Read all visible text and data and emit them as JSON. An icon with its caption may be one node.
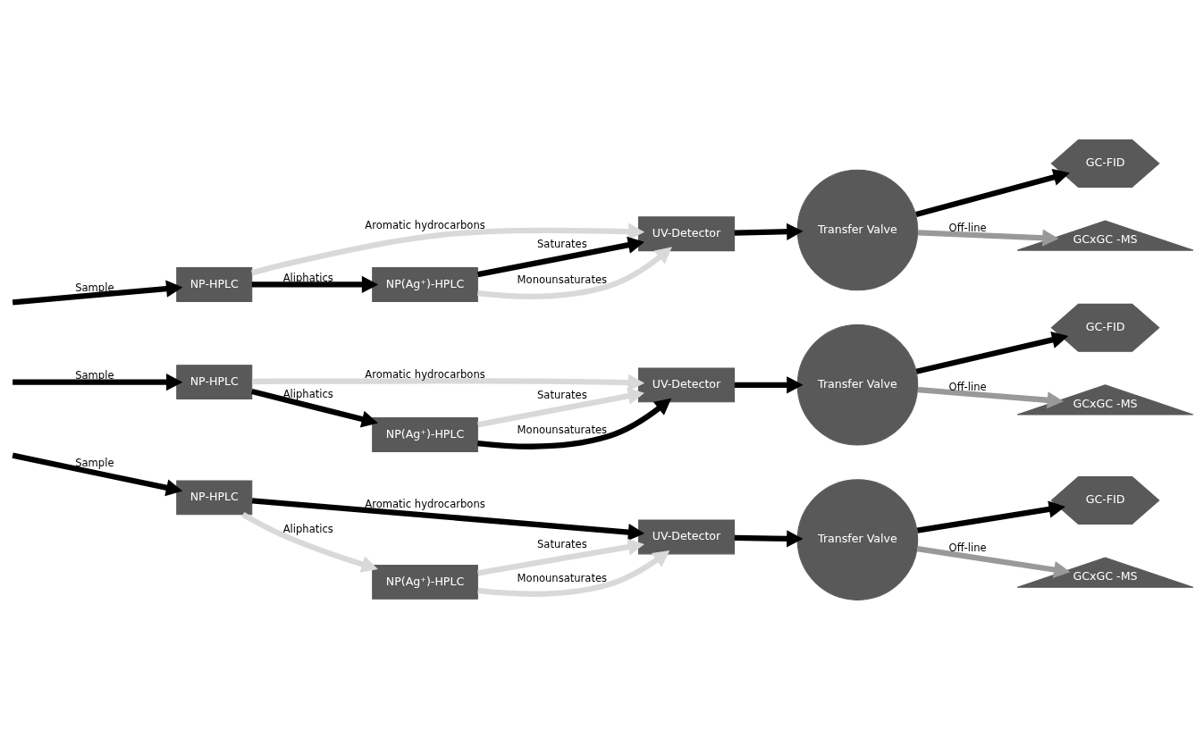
{
  "diagram": {
    "nodes": [
      {
        "text": [
          "NP-HPLC"
        ]
      },
      {
        "text": [
          "UV-Detector"
        ]
      },
      {
        "text": [
          "Transfer Valve"
        ]
      },
      {
        "text": [
          "GC-FID"
        ]
      },
      {
        "text": [
          "NP(Ag⁺)-HPLC"
        ]
      },
      {
        "text": [
          "GCxGC -MS"
        ]
      },
      {
        "text": [
          "NP-HPLC"
        ]
      },
      {
        "text": [
          "UV-Detector"
        ]
      },
      {
        "text": [
          "Transfer Valve"
        ]
      },
      {
        "text": [
          "GC-FID"
        ]
      },
      {
        "text": [
          "NP(Ag⁺)-HPLC"
        ]
      },
      {
        "text": [
          "GCxGC -MS"
        ]
      },
      {
        "text": [
          "NP-HPLC"
        ]
      },
      {
        "text": [
          "UV-Detector"
        ]
      },
      {
        "text": [
          "Transfer Valve"
        ]
      },
      {
        "text": [
          "GC-FID"
        ]
      },
      {
        "text": [
          "NP(Ag⁺)-HPLC"
        ]
      },
      {
        "text": [
          "GCxGC -MS"
        ]
      }
    ],
    "edges": [
      {
        "from": null,
        "to": 0,
        "arrow": "to",
        "label": "Sample"
      },
      {
        "from": 0,
        "to": 1,
        "arrow": "to",
        "label": "Aromatic hydrocarbons",
        "color": "#d9d9d9"
      },
      {
        "from": 0,
        "to": 4,
        "arrow": "to",
        "label": "Aliphatics"
      },
      {
        "from": 4,
        "to": 1,
        "arrow": "to",
        "label": "Saturates"
      },
      {
        "from": 4,
        "to": 1,
        "arrow": "to",
        "label": "Monounsaturates",
        "color": "#d9d9d9"
      },
      {
        "from": 1,
        "to": 2,
        "arrow": "to"
      },
      {
        "from": 2,
        "to": 3,
        "arrow": "to"
      },
      {
        "from": 2,
        "to": 5,
        "arrow": "to",
        "label": "Off-line",
        "color": "#999999"
      },
      {
        "from": null,
        "to": 6,
        "arrow": "to",
        "label": "Sample"
      },
      {
        "from": 6,
        "to": 7,
        "arrow": "to",
        "label": "Aromatic hydrocarbons",
        "color": "#d9d9d9"
      },
      {
        "from": 6,
        "to": 10,
        "arrow": "to",
        "label": "Aliphatics"
      },
      {
        "from": 10,
        "to": 7,
        "arrow": "to",
        "label": "Saturates",
        "color": "#d9d9d9"
      },
      {
        "from": 10,
        "to": 7,
        "arrow": "to",
        "label": "Monounsaturates"
      },
      {
        "from": 7,
        "to": 8,
        "arrow": "to"
      },
      {
        "from": 8,
        "to": 9,
        "arrow": "to"
      },
      {
        "from": 8,
        "to": 11,
        "arrow": "to",
        "label": "Off-line",
        "color": "#999999"
      },
      {
        "from": null,
        "to": 12,
        "arrow": "to",
        "label": "Sample"
      },
      {
        "from": 12,
        "to": 13,
        "arrow": "to",
        "label": "Aromatic hydrocarbons"
      },
      {
        "from": 12,
        "to": 16,
        "arrow": "to",
        "label": "Aliphatics",
        "color": "#d9d9d9"
      },
      {
        "from": 16,
        "to": 13,
        "arrow": "to",
        "label": "Saturates",
        "color": "#d9d9d9"
      },
      {
        "from": 16,
        "to": 13,
        "arrow": "to",
        "label": "Monounsaturates",
        "color": "#d9d9d9"
      },
      {
        "from": 13,
        "to": 14,
        "arrow": "to"
      },
      {
        "from": 14,
        "to": 15,
        "arrow": "to"
      },
      {
        "from": 14,
        "to": 17,
        "arrow": "to",
        "label": "Off-line",
        "color": "#999999"
      }
    ]
  }
}
